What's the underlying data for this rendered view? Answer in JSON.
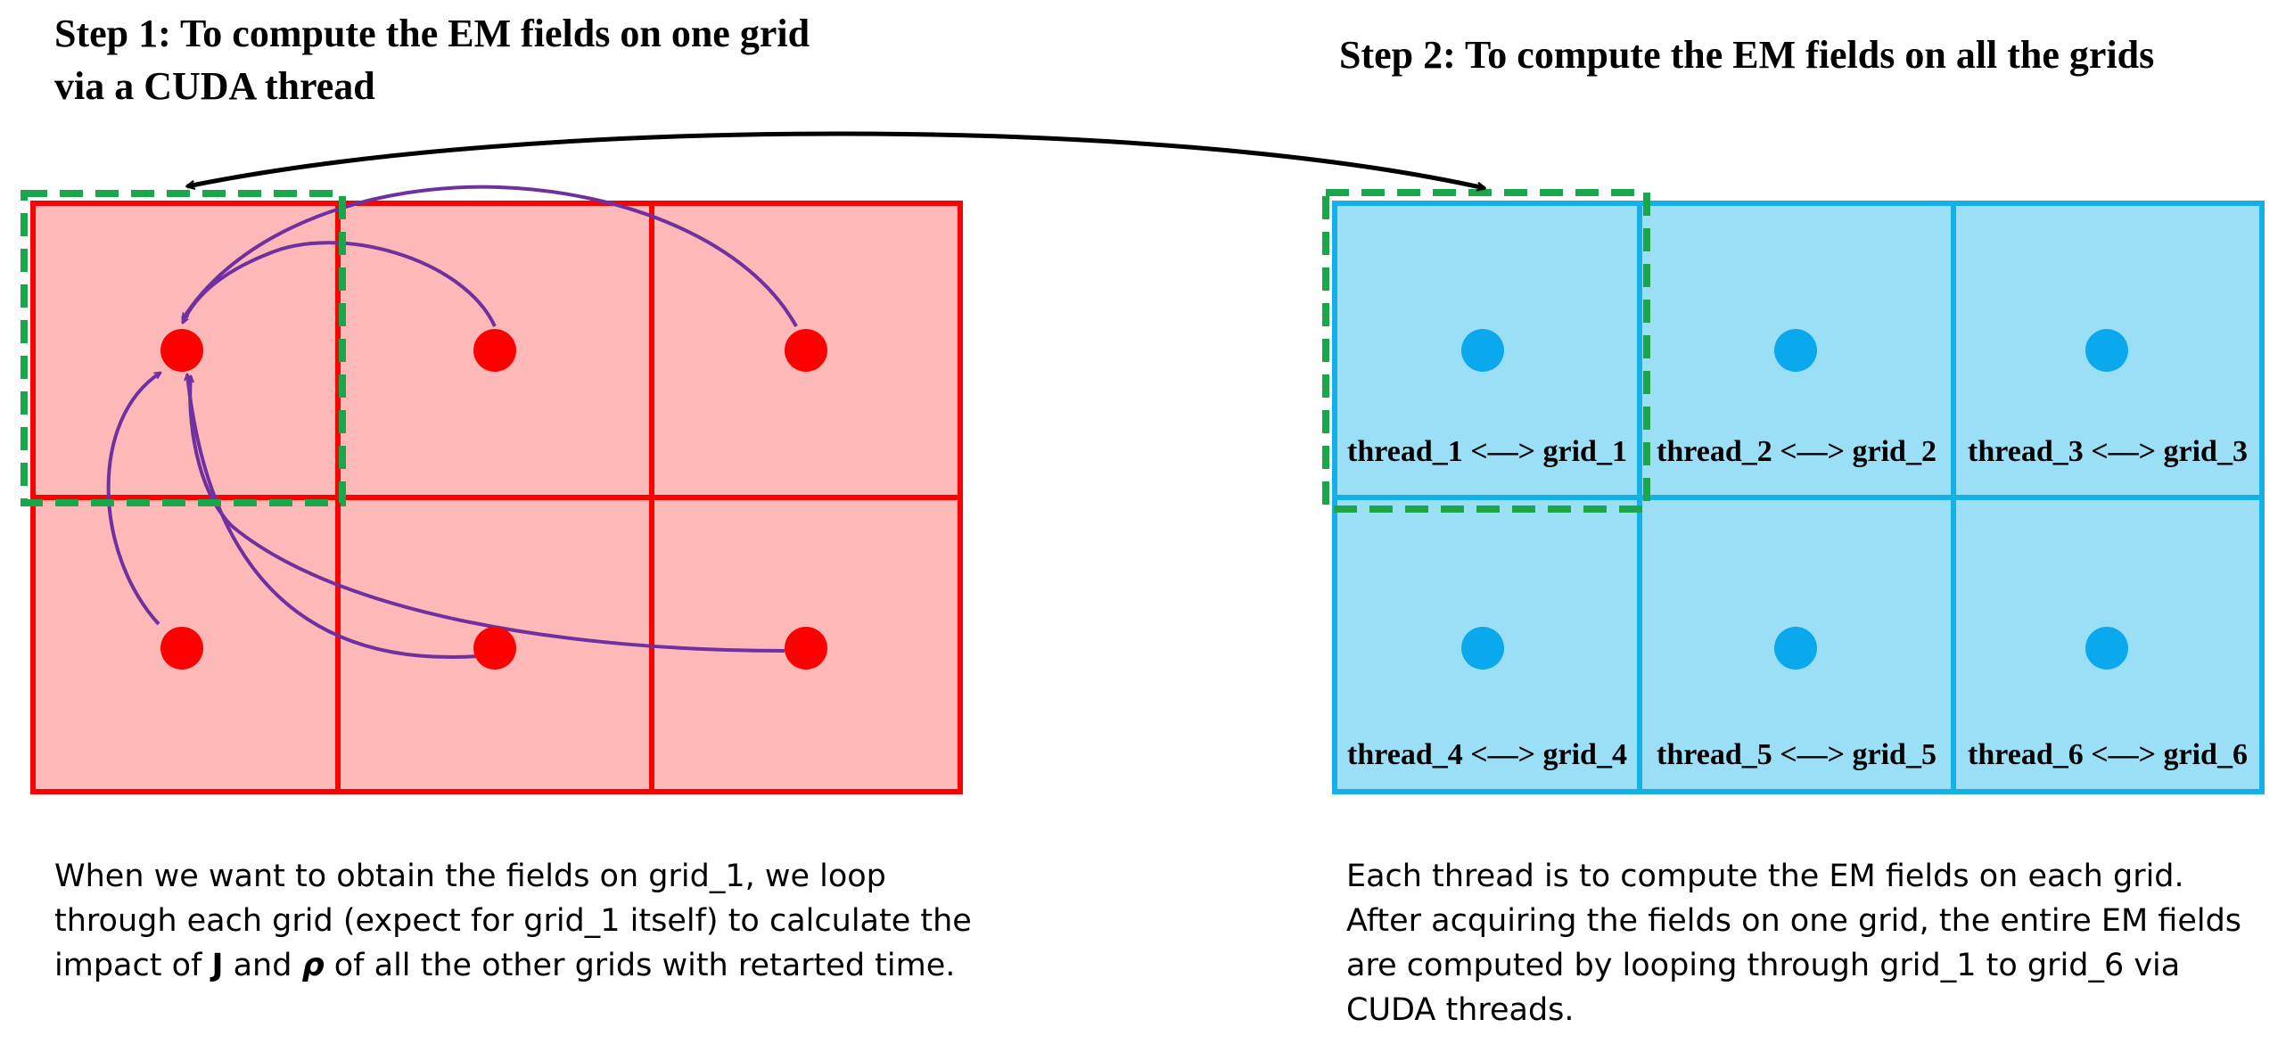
{
  "step1": {
    "title_line1": "Step 1: To compute the EM fields on one grid",
    "title_line2": "via a CUDA thread",
    "caption_part1": "When we want to obtain the fields on grid_1, we loop through each grid (expect for grid_1 itself) to calculate the impact of ",
    "caption_J": "J",
    "caption_and": " and ",
    "caption_rho": "ρ",
    "caption_part2": " of all the other grids with retarted time.",
    "cell_fill": "#fdb8b8",
    "border_color": "#ff0000",
    "dot_color": "#ff0000",
    "arrow_color": "#7030a0"
  },
  "step2": {
    "title": "Step 2: To compute the EM fields on all the grids",
    "caption": "Each thread is to compute the EM fields on each grid. After acquiring the fields on one grid, the entire EM fields are computed by looping through grid_1 to grid_6 via CUDA threads.",
    "cell_fill": "#9bdff7",
    "border_color": "#15b0e8",
    "dot_color": "#0aa8ec",
    "cells": [
      {
        "label": "thread_1 <—> grid_1"
      },
      {
        "label": "thread_2 <—> grid_2"
      },
      {
        "label": "thread_3 <—> grid_3"
      },
      {
        "label": "thread_4 <—> grid_4"
      },
      {
        "label": "thread_5 <—> grid_5"
      },
      {
        "label": "thread_6 <—> grid_6"
      }
    ]
  },
  "highlight_color": "#1aa64a",
  "connector_color": "#000000"
}
